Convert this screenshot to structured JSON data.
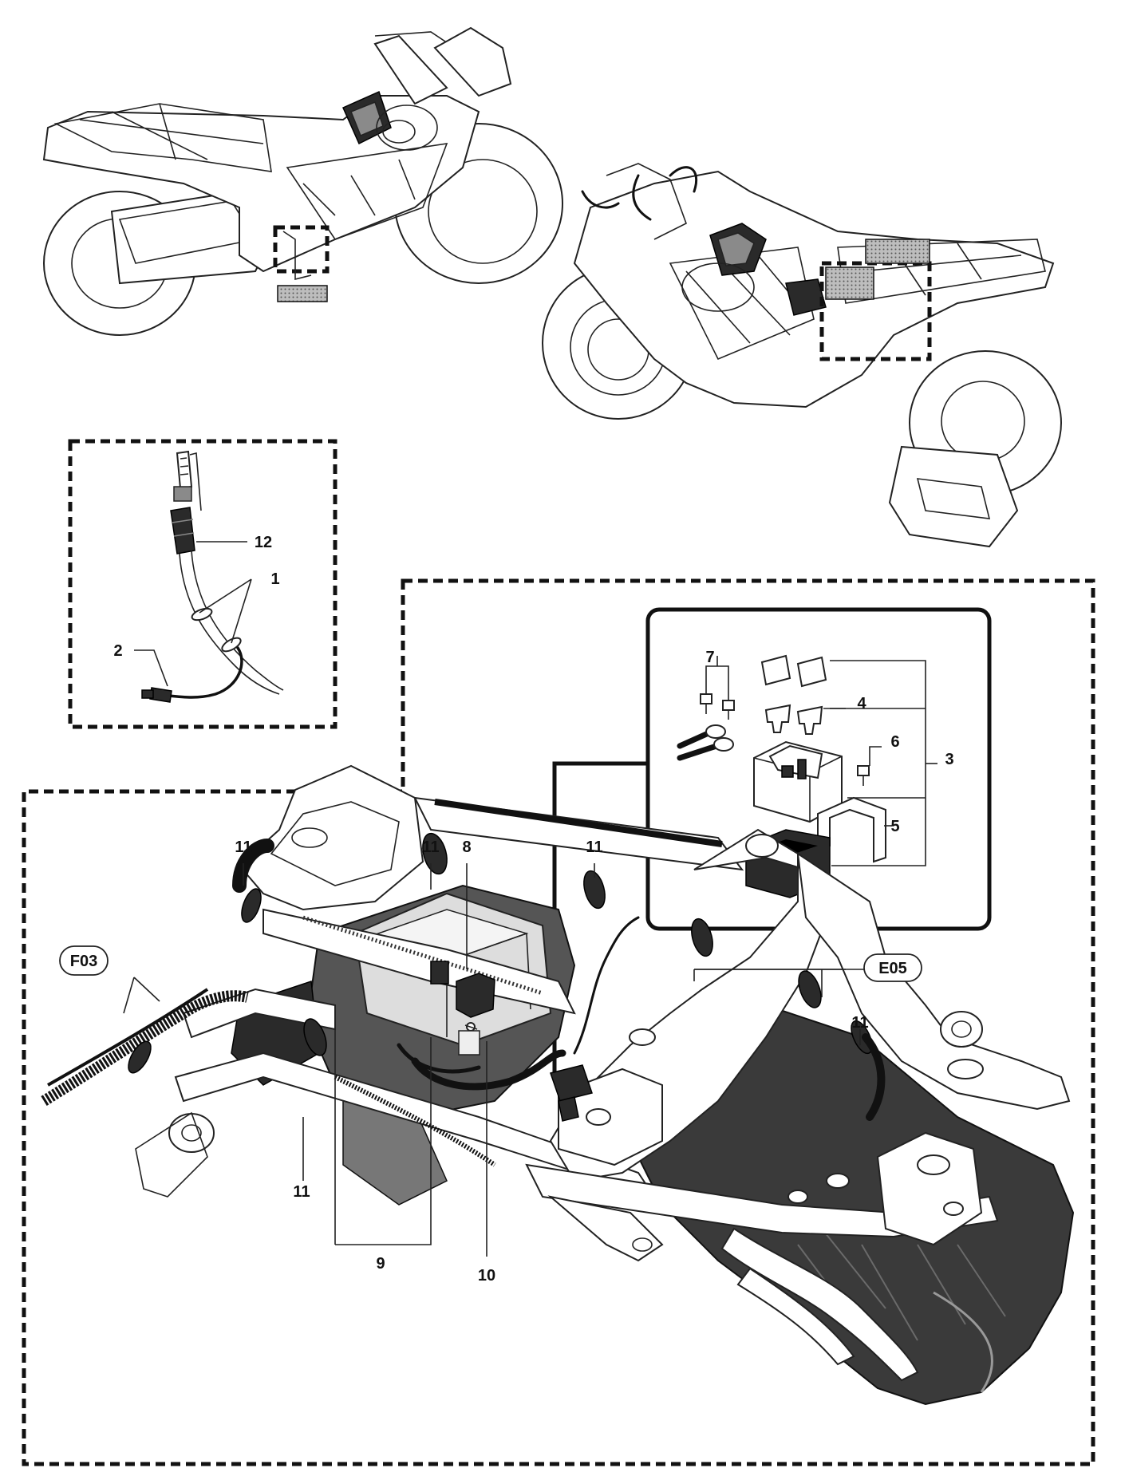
{
  "callouts": {
    "c1": "1",
    "c2": "2",
    "c3": "3",
    "c4": "4",
    "c5": "5",
    "c6": "6",
    "c7": "7",
    "c8": "8",
    "c9": "9",
    "c10": "10",
    "c11": "11",
    "c12": "12"
  },
  "references": {
    "f03": "F03",
    "e05": "E05"
  },
  "colors": {
    "line": "#222222",
    "fill_dark": "#2a2a2a",
    "fill_grey": "#8a8a8a",
    "background": "#ffffff"
  }
}
